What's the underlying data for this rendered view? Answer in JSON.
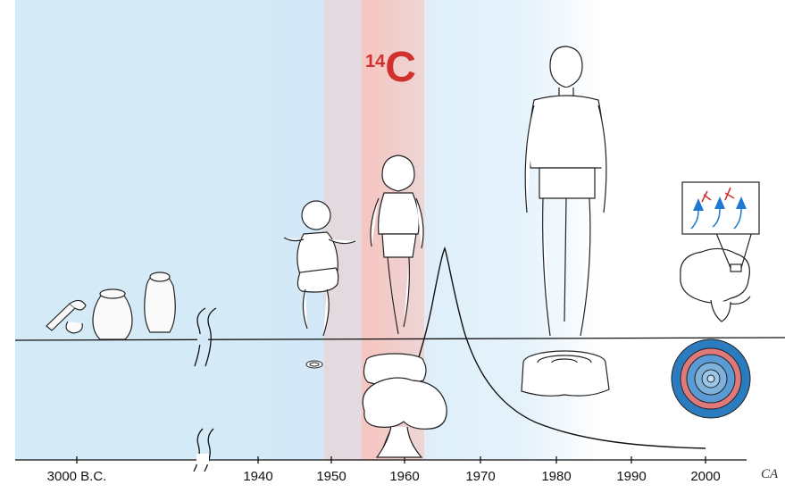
{
  "title": {
    "superscript": "14",
    "element": "C"
  },
  "credit": "CA",
  "timeline": {
    "ticks": [
      "3000 B.C.",
      "1940",
      "1950",
      "1960",
      "1970",
      "1980",
      "1990",
      "2000"
    ]
  },
  "colors": {
    "pre_bomb": "#cfe6f5",
    "bomb_peak": "#f6c3bf",
    "post_bomb": "#dbeff9",
    "title_red": "#d0312d",
    "neuron_blue": "#1f78d1",
    "ring_red": "#e07a7a",
    "ring_blue": "#2b7bbf"
  },
  "illustrations": [
    "ancient-artifacts-icon",
    "baby-icon",
    "child-icon",
    "adult-man-icon",
    "brain-icon",
    "neurons-inset-icon",
    "tree-stump-icon",
    "mushroom-cloud-icon",
    "tree-rings-icon"
  ]
}
